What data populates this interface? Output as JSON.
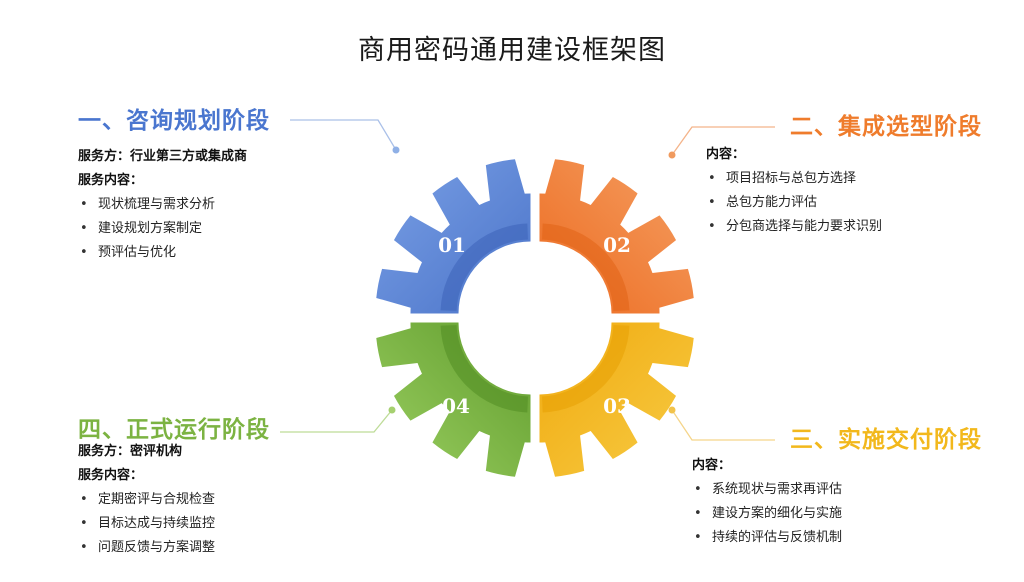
{
  "title": "商用密码通用建设框架图",
  "colors": {
    "blue": "#5b84d6",
    "orange": "#ef7c2c",
    "yellow": "#f2b81c",
    "green": "#7cb342"
  },
  "phases": [
    {
      "number": "01",
      "title": "一、咨询规划阶段",
      "provider": "服务方：行业第三方或集成商",
      "content_label": "服务内容：",
      "items": [
        "现状梳理与需求分析",
        "建设规划方案制定",
        "预评估与优化"
      ]
    },
    {
      "number": "02",
      "title": "二、集成选型阶段",
      "content_label": "内容：",
      "items": [
        "项目招标与总包方选择",
        "总包方能力评估",
        "分包商选择与能力要求识别"
      ]
    },
    {
      "number": "03",
      "title": "三、实施交付阶段",
      "content_label": "内容：",
      "items": [
        "系统现状与需求再评估",
        "建设方案的细化与实施",
        "持续的评估与反馈机制"
      ]
    },
    {
      "number": "04",
      "title": "四、正式运行阶段",
      "provider": "服务方：密评机构",
      "content_label": "服务内容：",
      "items": [
        "定期密评与合规检查",
        "目标达成与持续监控",
        "问题反馈与方案调整"
      ]
    }
  ]
}
